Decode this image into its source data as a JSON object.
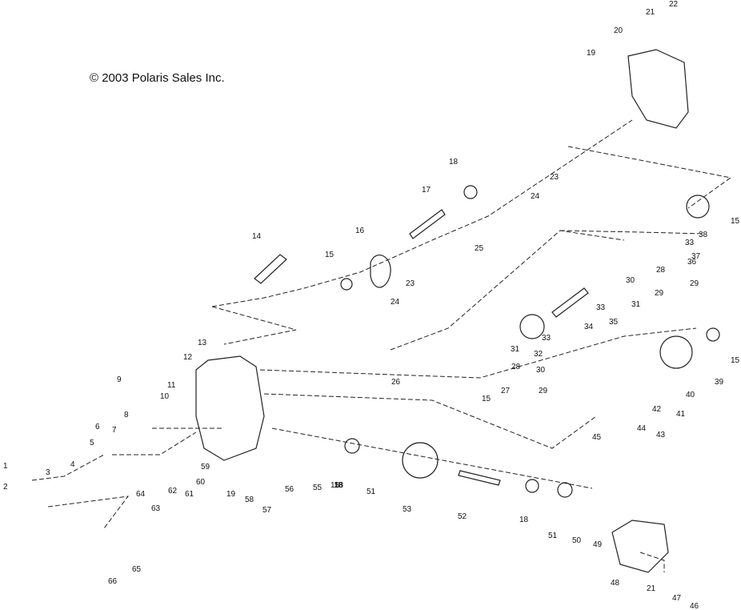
{
  "copyright": "© 2003 Polaris Sales Inc.",
  "callouts": [
    "1",
    "2",
    "3",
    "4",
    "5",
    "6",
    "7",
    "8",
    "9",
    "10",
    "11",
    "12",
    "13",
    "14",
    "15",
    "15",
    "15",
    "15",
    "15",
    "16",
    "17",
    "18",
    "18",
    "18",
    "18",
    "19",
    "19",
    "20",
    "21",
    "21",
    "22",
    "23",
    "23",
    "24",
    "24",
    "25",
    "26",
    "27",
    "28",
    "28",
    "29",
    "29",
    "29",
    "30",
    "30",
    "31",
    "31",
    "32",
    "33",
    "33",
    "33",
    "34",
    "35",
    "36",
    "37",
    "38",
    "39",
    "40",
    "41",
    "42",
    "43",
    "44",
    "45",
    "46",
    "47",
    "48",
    "49",
    "50",
    "51",
    "51",
    "52",
    "53",
    "55",
    "56",
    "57",
    "58",
    "59",
    "60",
    "61",
    "62",
    "63",
    "64",
    "65",
    "66"
  ]
}
